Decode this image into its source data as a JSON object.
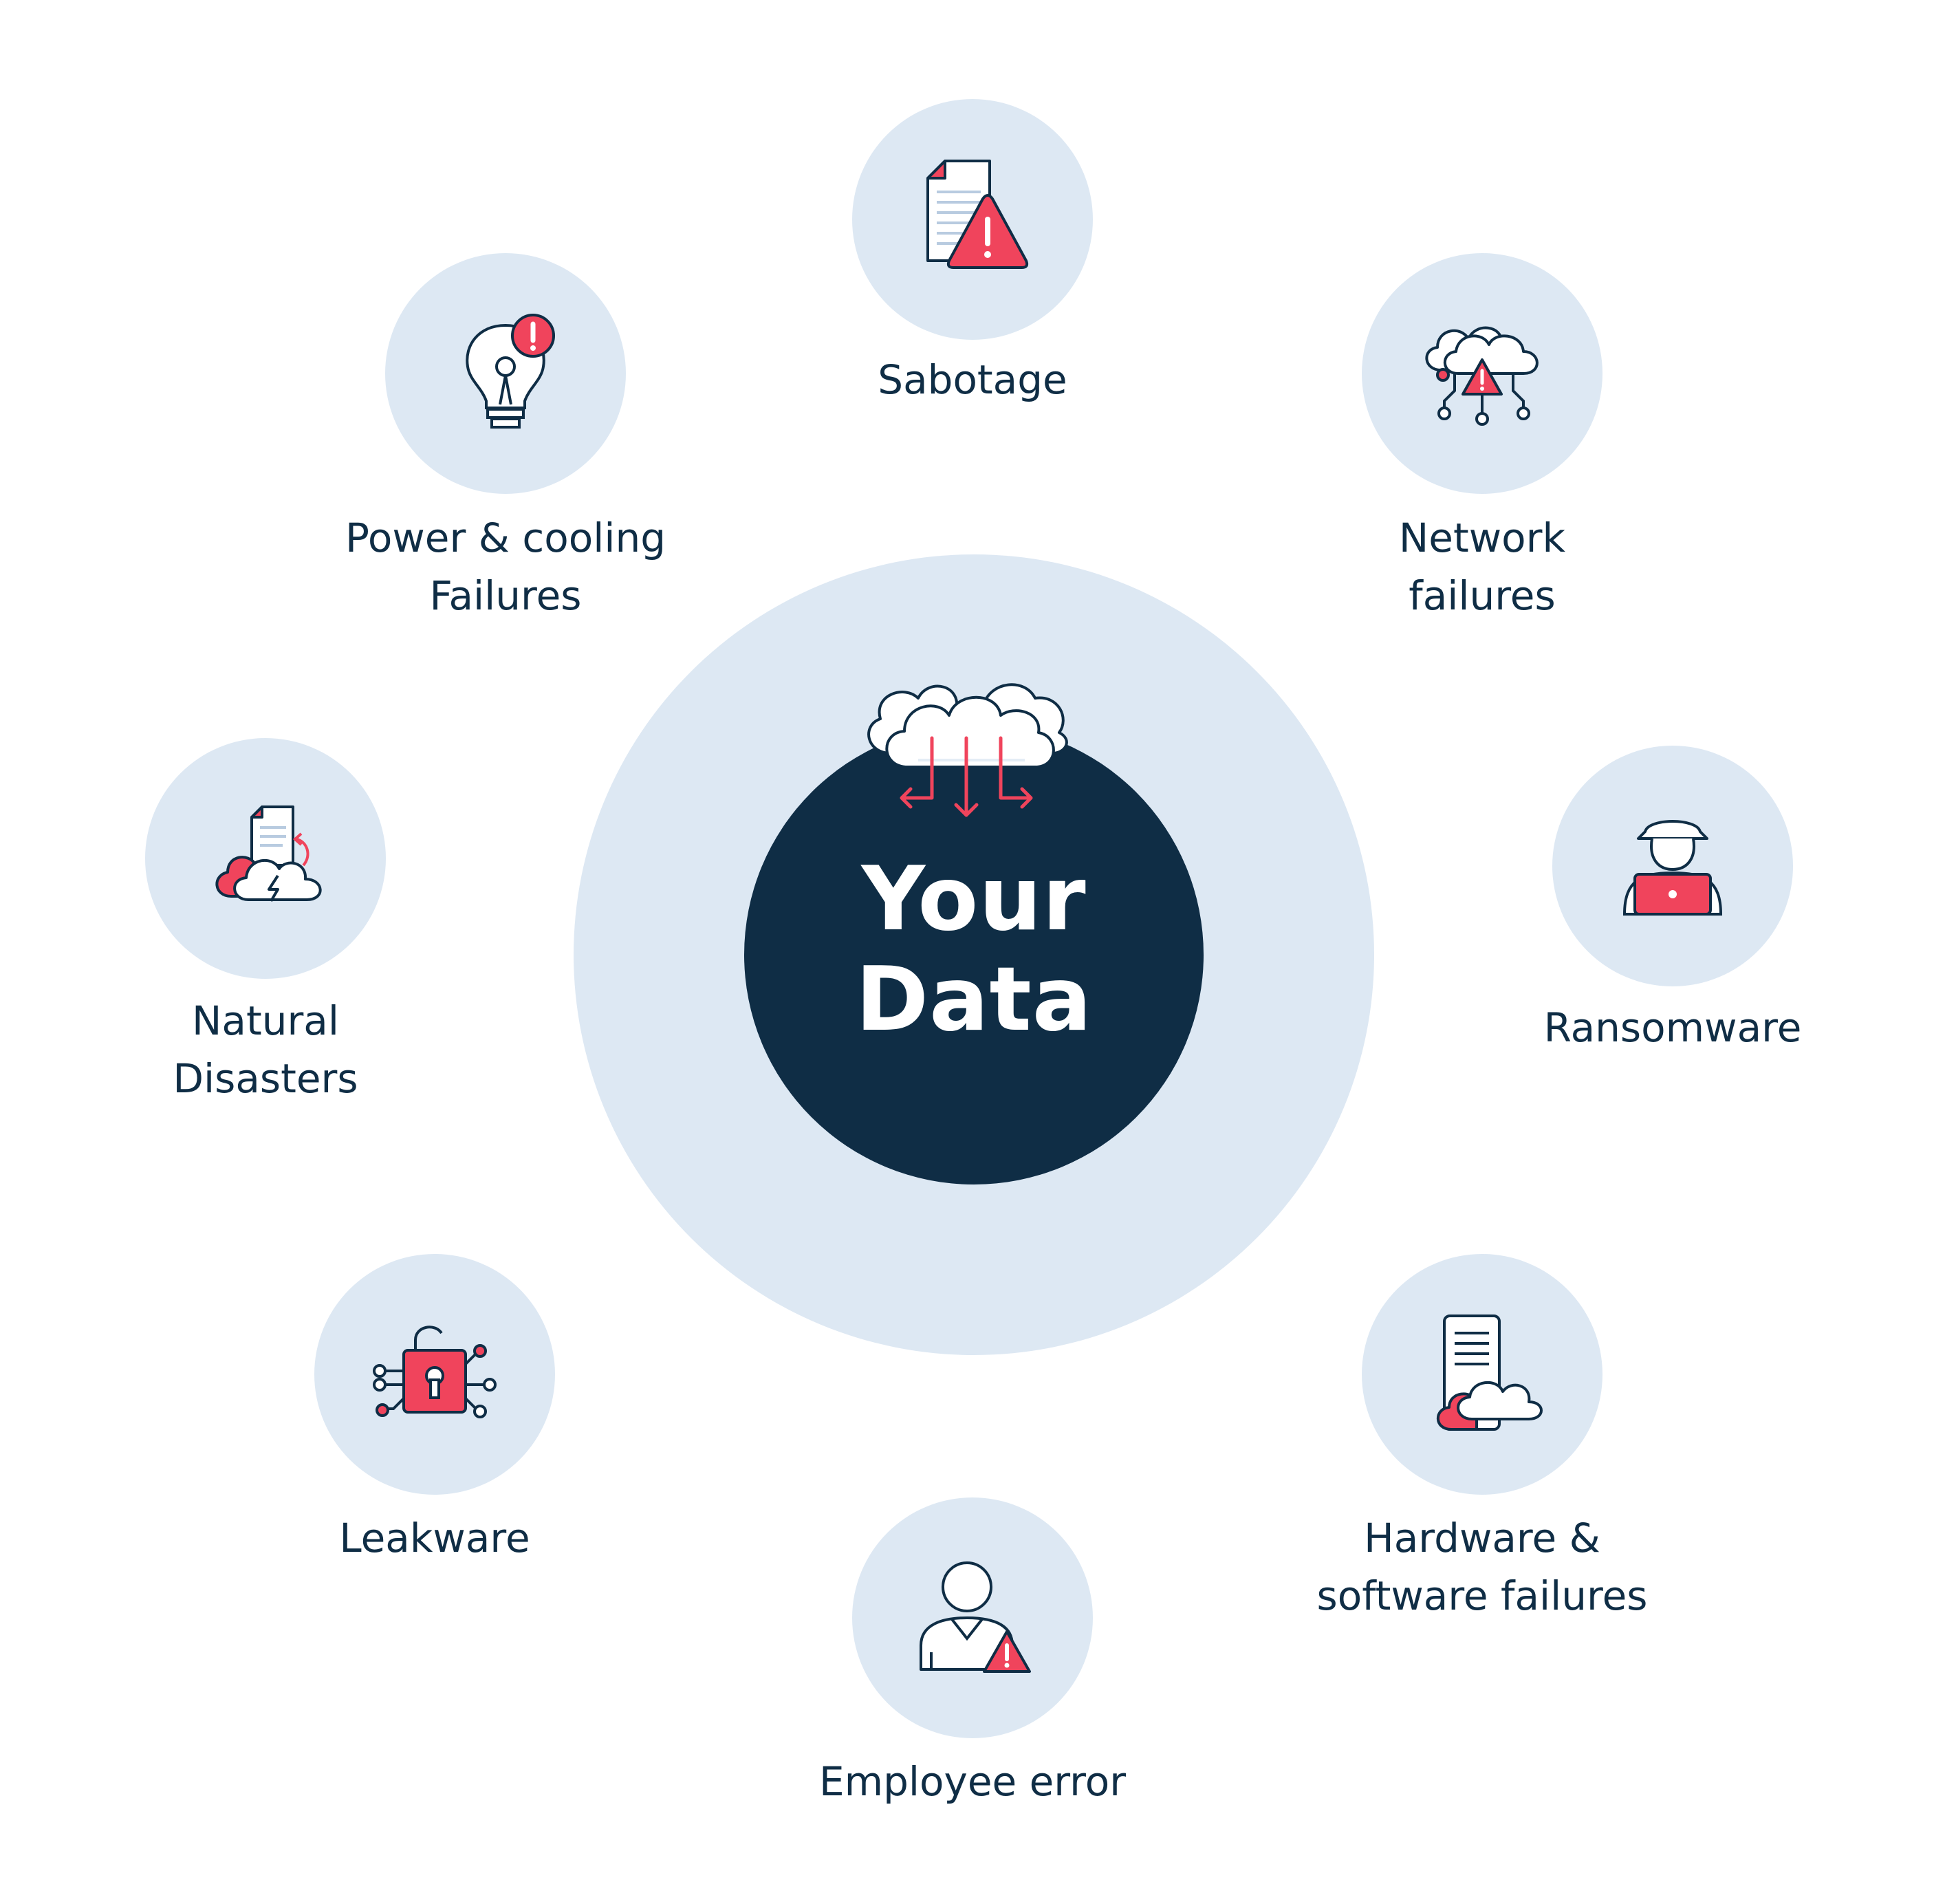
{
  "center": {
    "line1": "Your",
    "line2": "Data"
  },
  "threats": {
    "sabotage": {
      "lines": [
        "Sabotage"
      ]
    },
    "power": {
      "lines": [
        "Power & cooling",
        "Failures"
      ]
    },
    "network": {
      "lines": [
        "Network",
        "failures"
      ]
    },
    "natural": {
      "lines": [
        "Natural",
        "Disasters"
      ]
    },
    "ransomware": {
      "lines": [
        "Ransomware"
      ]
    },
    "leakware": {
      "lines": [
        "Leakware"
      ]
    },
    "hardware": {
      "lines": [
        "Hardware &",
        "software failures"
      ]
    },
    "employee": {
      "lines": [
        "Employee error"
      ]
    }
  },
  "colors": {
    "navy": "#0f2d45",
    "accent": "#f0445c",
    "circle": "#dde8f3",
    "icon_fill": "#ffffff"
  }
}
